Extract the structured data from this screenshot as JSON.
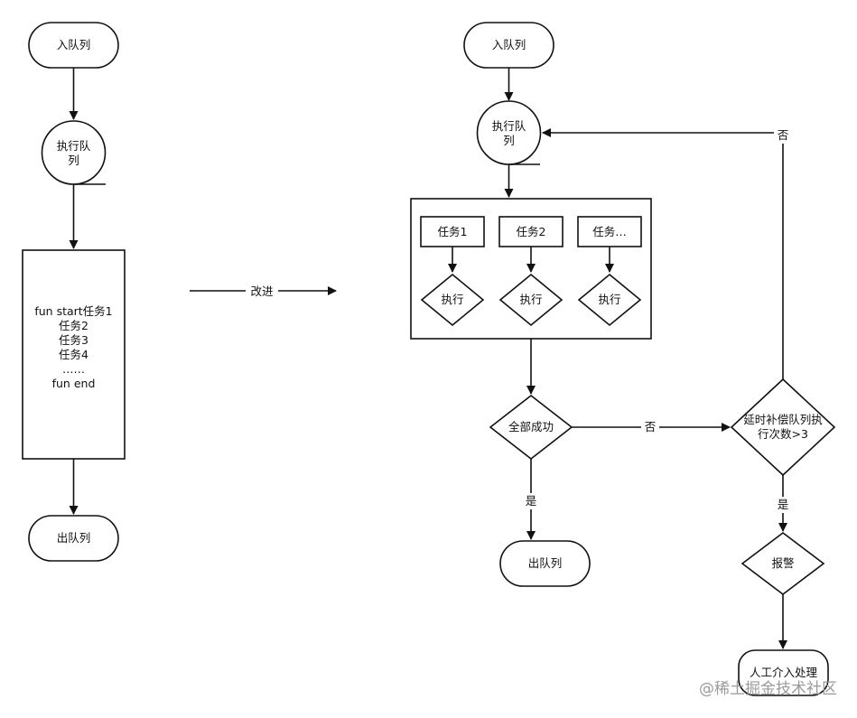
{
  "left": {
    "enqueue": "入队列",
    "execute_queue": [
      "执行队",
      "列"
    ],
    "function_block": [
      "fun start任务1",
      "任务2",
      "任务3",
      "任务4",
      "……",
      "fun end"
    ],
    "dequeue": "出队列"
  },
  "improve_label": "改进",
  "right": {
    "enqueue": "入队列",
    "execute_queue": [
      "执行队",
      "列"
    ],
    "tasks": [
      {
        "label": "任务1",
        "action": "执行"
      },
      {
        "label": "任务2",
        "action": "执行"
      },
      {
        "label": "任务…",
        "action": "执行"
      }
    ],
    "all_success": "全部成功",
    "yes": "是",
    "no": "否",
    "dequeue": "出队列",
    "retry_check": [
      "延时补偿队列执",
      "行次数>3"
    ],
    "retry_yes": "是",
    "retry_no": "否",
    "alarm": "报警",
    "manual": "人工介入处理"
  },
  "watermark": "@稀土掘金技术社区"
}
